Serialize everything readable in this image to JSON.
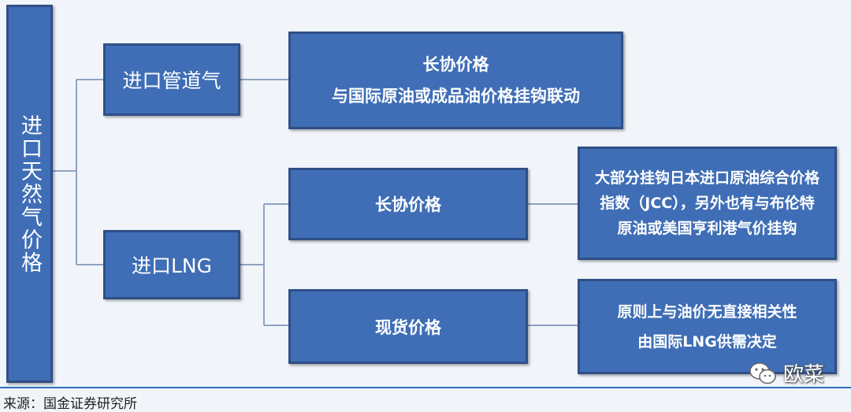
{
  "root_label": "进口天然气价格",
  "branch_pipeline": {
    "label": "进口管道气",
    "pricing": {
      "line1": "长协价格",
      "line2": "与国际原油或成品油价格挂钩联动"
    }
  },
  "branch_lng": {
    "label": "进口LNG",
    "long_term": {
      "label": "长协价格",
      "desc_lines": [
        "大部分挂钩日本进口原油综合价格",
        "指数（JCC），另外也有与布伦特",
        "原油或美国亨利港气价挂钩"
      ]
    },
    "spot": {
      "label": "现货价格",
      "desc_lines": [
        "原则上与油价无直接相关性",
        "由国际LNG供需决定"
      ]
    }
  },
  "source": "来源：国金证券研究所",
  "watermark": {
    "text": "欧菜",
    "icon": "wechat-icon"
  },
  "colors": {
    "box_fill": "#3f6eb6",
    "box_border": "#2f4f86",
    "connector": "#8fa3bf",
    "background": "#f1f5fa",
    "footer_rule": "#2f6fb5"
  }
}
